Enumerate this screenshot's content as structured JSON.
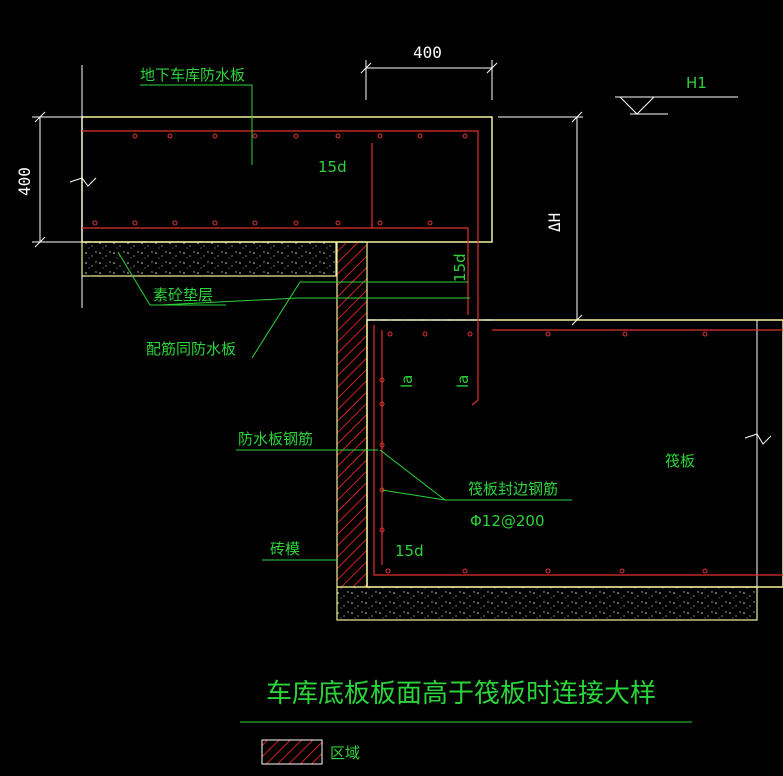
{
  "labels": {
    "dim_top": "400",
    "dim_left": "400",
    "elev_mark": "H1",
    "delta_h": "ΔH",
    "garage_slab": "地下车库防水板",
    "lap_top": "15d",
    "lap_vertical": "15d",
    "plain_concrete": "素砼垫层",
    "reinf_same": "配筋同防水板",
    "la_left": "la",
    "la_right": "la",
    "wp_bars": "防水板钢筋",
    "raft": "筏板",
    "edge_bars": "筏板封边钢筋",
    "edge_spec": "Φ12@200",
    "lap_bottom": "15d",
    "brick_form": "砖模",
    "title": "车库底板板面高于筏板时连接大样",
    "legend_text": "区域"
  },
  "colors": {
    "bg": "#000000",
    "outline": "#f2f29a",
    "rebar": "#e03030",
    "leader": "#2bd43a",
    "dim": "#ffffff",
    "hatch": "#d02020"
  }
}
